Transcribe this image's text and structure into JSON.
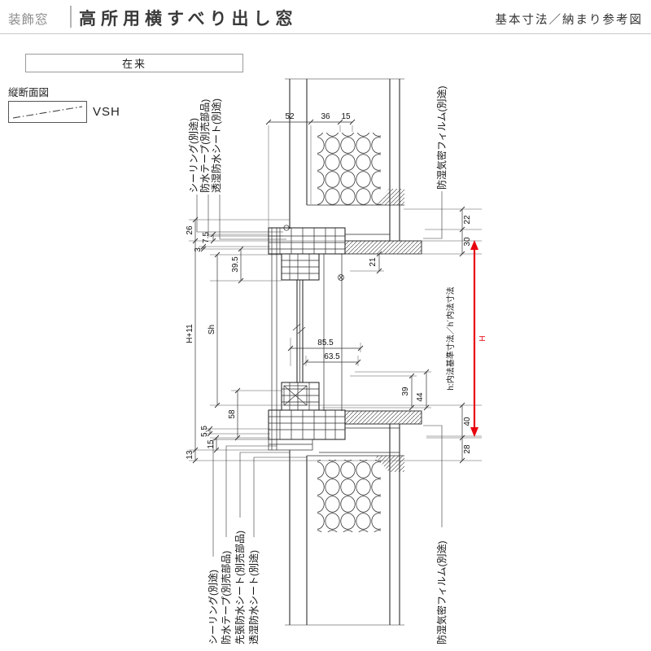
{
  "header": {
    "category": "装飾窓",
    "title": "高所用横すべり出し窓",
    "subtitle": "基本寸法／納まり参考図"
  },
  "drawing": {
    "method_label": "在来",
    "view_label": "縦断面図",
    "model_code": "VSH",
    "callouts": {
      "top": [
        "シーリング(別途)",
        "防水テープ(別売部品)",
        "透湿防水シート(別途)"
      ],
      "top_right": "防湿気密フィルム(別途)",
      "bottom": [
        "シーリング(別途)",
        "防水テープ(別売部品)",
        "先張防水シート(別売部品)",
        "透湿防水シート(別途)"
      ],
      "bottom_right": "防湿気密フィルム(別途)",
      "inner_height_note": "h:内法基準寸法／h´内法寸法"
    },
    "dims": {
      "top": [
        "52",
        "36",
        "15"
      ],
      "width_outer": "85.5",
      "width_inner": "63.5",
      "left": {
        "d26": "26",
        "d7_5": "7.5",
        "d3": "3",
        "d39_5": "39.5",
        "h_plus_11": "H+11",
        "sh": "Sh",
        "d58": "58",
        "d5_5": "5.5",
        "d15": "15",
        "d13": "13"
      },
      "right": {
        "d22": "22",
        "d30": "30",
        "d21": "21",
        "h": "H",
        "d39": "39",
        "d44": "44",
        "d40": "40",
        "d28": "28"
      }
    },
    "colors": {
      "dimension_red": "#e8000d"
    }
  }
}
